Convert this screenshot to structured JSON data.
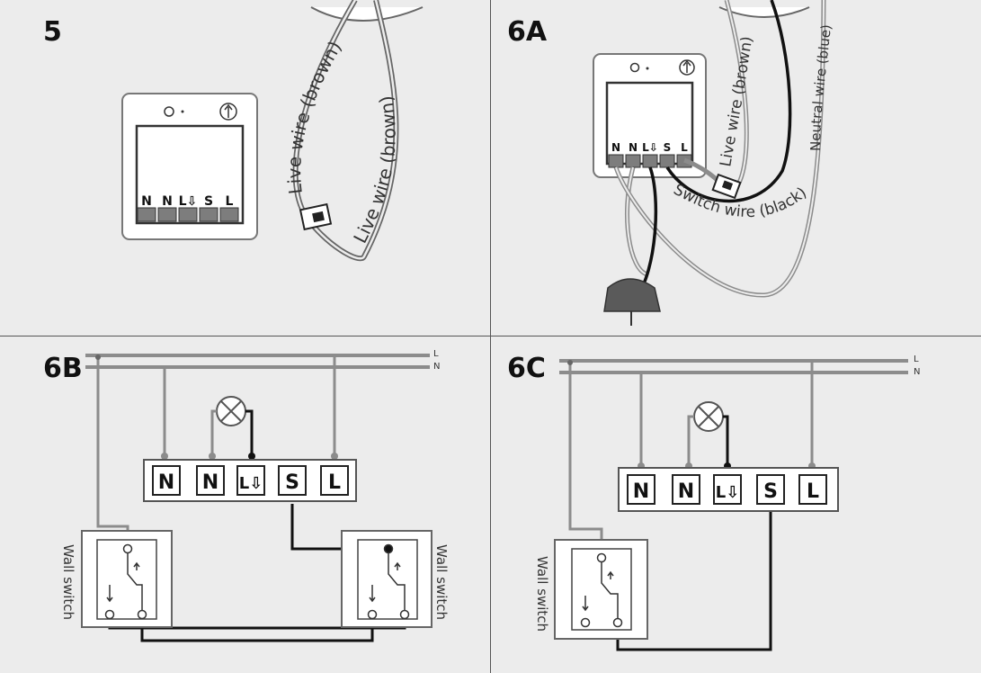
{
  "panels": {
    "p5": {
      "number": "5"
    },
    "p6a": {
      "number": "6A"
    },
    "p6b": {
      "number": "6B"
    },
    "p6c": {
      "number": "6C"
    }
  },
  "terminals": [
    "N",
    "N",
    "L⇩",
    "S",
    "L"
  ],
  "labels": {
    "live_wire_1": "Live wire (brown)",
    "live_wire_2": "Live wire (brown)",
    "live_wire_6a": "Live wire (brown)",
    "neutral_wire": "Neutral wire (blue)",
    "switch_wire": "Switch wire (black)",
    "line_l": "L",
    "line_n": "N",
    "wall_switch": "Wall switch"
  },
  "colors": {
    "background": "#ececec",
    "grid": "#555555",
    "grey_wire": "#9a9a9a",
    "black_wire": "#111111",
    "terminal_fill": "#7d7d7d"
  }
}
